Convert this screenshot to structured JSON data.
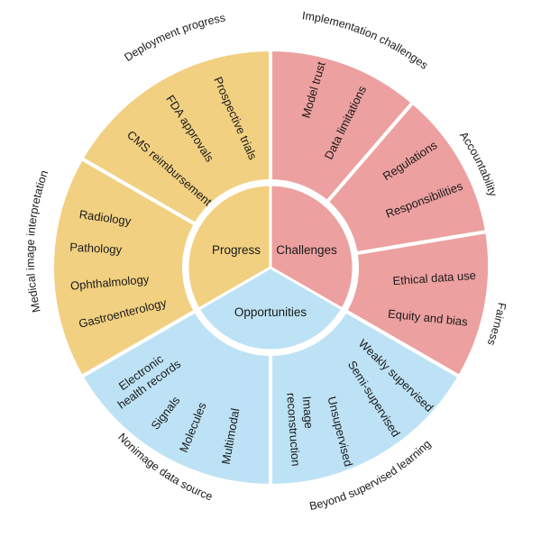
{
  "colors": {
    "progress": "#F1D081",
    "challenges": "#EDA0A0",
    "opportunities": "#BDE2F5",
    "border": "#ffffff",
    "text": "#1a1a1a"
  },
  "center": {
    "progress": "Progress",
    "challenges": "Challenges",
    "opportunities": "Opportunities"
  },
  "outer_labels": {
    "deployment_progress": "Deployment progress",
    "implementation_challenges": "Implementation challenges",
    "accountability": "Accountability",
    "fairness": "Fairness",
    "beyond_supervised_learning": "Beyond supervised learning",
    "nonimage_data_source": "Nonimage data source",
    "medical_image_interpretation": "Medical image interpretation"
  },
  "segments": {
    "deployment_progress": [
      "Prospective trials",
      "FDA approvals",
      "CMS reimbursement"
    ],
    "implementation_challenges": [
      "Model trust",
      "Data limitations"
    ],
    "accountability": [
      "Regulations",
      "Responsibilities"
    ],
    "fairness": [
      "Ethical data use",
      "Equity and bias"
    ],
    "beyond_supervised_learning": [
      "Weakly supervised",
      "Semi-supervised",
      "Unsupervised",
      "Image",
      "reconstruction"
    ],
    "nonimage_data_source": [
      "Electronic",
      "health records",
      "Signals",
      "Molecules",
      "Multimodal"
    ],
    "medical_image_interpretation": [
      "Radiology",
      "Pathology",
      "Ophthalmology",
      "Gastroenterology"
    ]
  }
}
